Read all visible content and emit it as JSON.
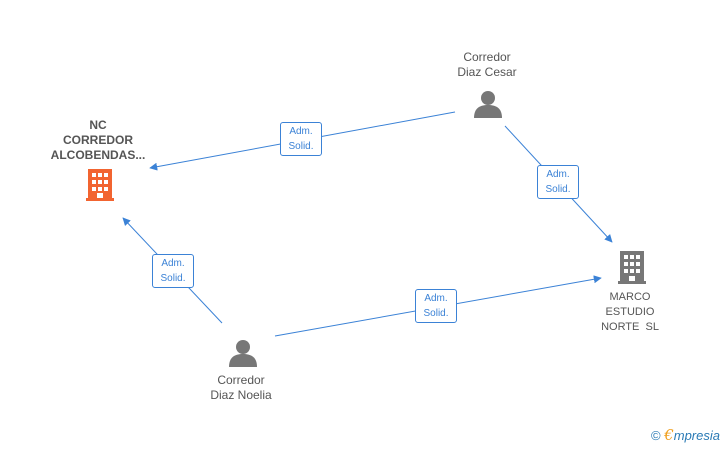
{
  "nodes": {
    "nc_corredor": {
      "label_lines": [
        "NC",
        "CORREDOR",
        "ALCOBENDAS..."
      ],
      "type": "company",
      "color": "#f26430",
      "icon": "building-icon"
    },
    "marco_estudio": {
      "label_lines": [
        "MARCO",
        "ESTUDIO",
        "NORTE  SL"
      ],
      "type": "company",
      "color": "#777777",
      "icon": "building-icon"
    },
    "diaz_cesar": {
      "label_lines": [
        "Corredor",
        "Diaz Cesar"
      ],
      "type": "person",
      "color": "#777777",
      "icon": "person-icon"
    },
    "diaz_noelia": {
      "label_lines": [
        "Corredor",
        "Diaz Noelia"
      ],
      "type": "person",
      "color": "#777777",
      "icon": "person-icon"
    }
  },
  "edges": [
    {
      "from": "diaz_cesar",
      "to": "nc_corredor",
      "label_lines": [
        "Adm.",
        "Solid."
      ]
    },
    {
      "from": "diaz_cesar",
      "to": "marco_estudio",
      "label_lines": [
        "Adm.",
        "Solid."
      ]
    },
    {
      "from": "diaz_noelia",
      "to": "nc_corredor",
      "label_lines": [
        "Adm.",
        "Solid."
      ]
    },
    {
      "from": "diaz_noelia",
      "to": "marco_estudio",
      "label_lines": [
        "Adm.",
        "Solid."
      ]
    }
  ],
  "edge_color": "#3b82d6",
  "watermark": {
    "copyright": "©",
    "brand_initial": "€",
    "brand_rest": "mpresia"
  }
}
